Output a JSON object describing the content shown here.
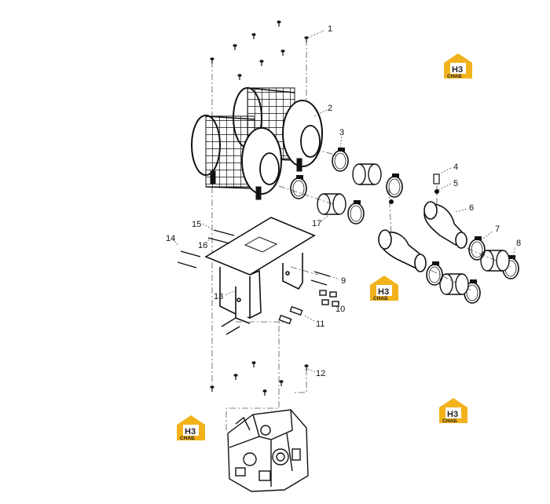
{
  "callouts": [
    "1",
    "2",
    "3",
    "4",
    "5",
    "6",
    "7",
    "8",
    "9",
    "10",
    "11",
    "12",
    "13",
    "14",
    "15",
    "16",
    "17"
  ],
  "logo": {
    "mark": "H3",
    "word": "СНАБ",
    "color": "#f2b21b",
    "dark": "#222222"
  },
  "icons": [
    "exploded-parts-drawing",
    "brand-logo"
  ]
}
